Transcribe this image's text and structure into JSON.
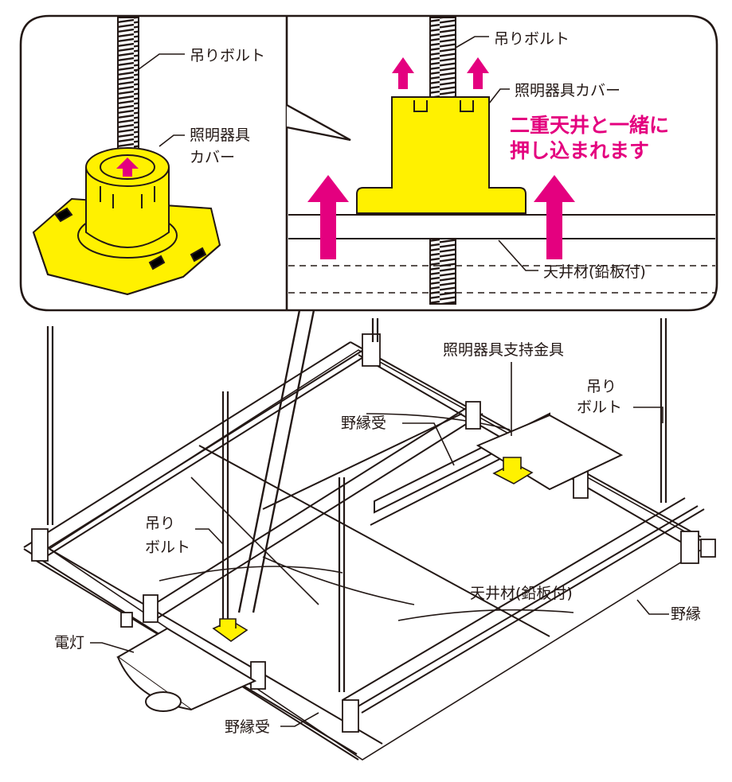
{
  "colors": {
    "accent": "#E4007F",
    "cover_fill": "#FFF100",
    "line": "#231815",
    "background": "#FFFFFF"
  },
  "inset_left": {
    "bolt_label": "吊りボルト",
    "cover_label_line1": "照明器具",
    "cover_label_line2": "カバー"
  },
  "inset_right": {
    "bolt_label": "吊りボルト",
    "cover_label": "照明器具カバー",
    "message_line1": "二重天井と一緒に",
    "message_line2": "押し込まれます",
    "ceiling_label": "天井材(鉛板付)"
  },
  "main": {
    "bracket_label": "照明器具支持金具",
    "bolt_right_line1": "吊り",
    "bolt_right_line2": "ボルト",
    "nobuchi_uke_upper": "野縁受",
    "bolt_left_line1": "吊り",
    "bolt_left_line2": "ボルト",
    "ceiling_label": "天井材(鉛板付)",
    "light_label": "電灯",
    "nobuchi_label": "野縁",
    "nobuchi_uke_lower": "野縁受"
  },
  "icons": [
    "push-arrow-icon",
    "threaded-bolt-icon",
    "light-cover-icon"
  ]
}
